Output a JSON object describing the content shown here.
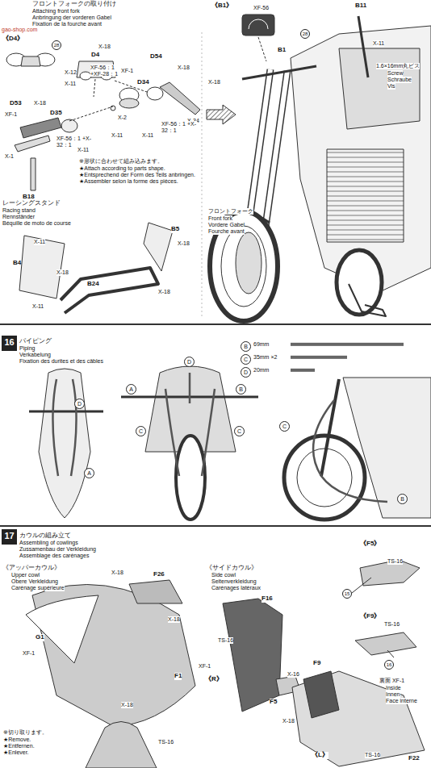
{
  "diagram": {
    "nodes": [
      {
        "text": [
          "16"
        ]
      },
      {
        "text": [
          "17"
        ]
      }
    ],
    "labels": [
      "フロントフォークの取り付け",
      "Attaching front fork",
      "Anbringung der vorderen Gabel",
      "Fixation de la fourche avant",
      "《D4》",
      "28",
      "X-18",
      "D4",
      "X-12",
      "XF-56：1 +XF-28：1",
      "X-11",
      "D54",
      "XF-1",
      "D34",
      "X-18",
      "X-34",
      "D53",
      "D35",
      "X-18",
      "XF-1",
      "X-2",
      "X-11",
      "X-11",
      "X-11",
      "XF-56：1 +X-32：1",
      "XF-56：1 +X-32：1",
      "X-1",
      "B18",
      "※形状に合わせて組み込みます。",
      "★Attach according to parts shape.",
      "★Entsprechend der Form des Teils anbringen.",
      "★Assembler selon la forme des pièces.",
      "レーシングスタンド",
      "Racing stand",
      "Rennständer",
      "Béquille de moto de course",
      "B5",
      "X-18",
      "B4",
      "X-11",
      "X-18",
      "B24",
      "X-18",
      "X-11",
      "《B1》",
      "XF-56",
      "B11",
      "X-11",
      "B1",
      "28",
      "X-18",
      "1.6×16mm丸ビス",
      "Screw",
      "Schraube",
      "Vis",
      "フロントフォーク",
      "Front fork",
      "Vordere Gabel",
      "Fourche avant",
      "gao-shop.com",
      "パイピング",
      "Piping",
      "Verkabelung",
      "Fixation des durites et des câbles",
      "B",
      "C",
      "D",
      "D",
      "A",
      "D",
      "A",
      "B",
      "C",
      "C",
      "C",
      "B",
      "カウルの組み立て",
      "Assembling of cowlings",
      "Zussamenbau der Verkleidung",
      "Assemblage des carénages",
      "《アッパーカウル》",
      "Upper cowl",
      "Obere Verkleidung",
      "Carénage supérieure",
      "X-18",
      "F26",
      "X-18",
      "G1",
      "XF-1",
      "F1",
      "X-18",
      "TS-16",
      "※切り取ります。",
      "★Remove.",
      "★Entfernen.",
      "★Enlever.",
      "《サイドカウル》",
      "Side cowl",
      "Seitenverkleidung",
      "Carénages latéraux",
      "F16",
      "TS-16",
      "XF-1",
      "《R》",
      "X-16",
      "F5",
      "《F5》",
      "TS-16",
      "15",
      "《F9》",
      "TS-16",
      "16",
      "F9",
      "X-18",
      "裏面 XF-1",
      "Inside",
      "Innen",
      "Face interne",
      "《L》",
      "TS-16",
      "F22"
    ],
    "legend": [
      {
        "text": "69mm"
      },
      {
        "text": "35mm ×2"
      },
      {
        "text": "20mm"
      }
    ]
  }
}
